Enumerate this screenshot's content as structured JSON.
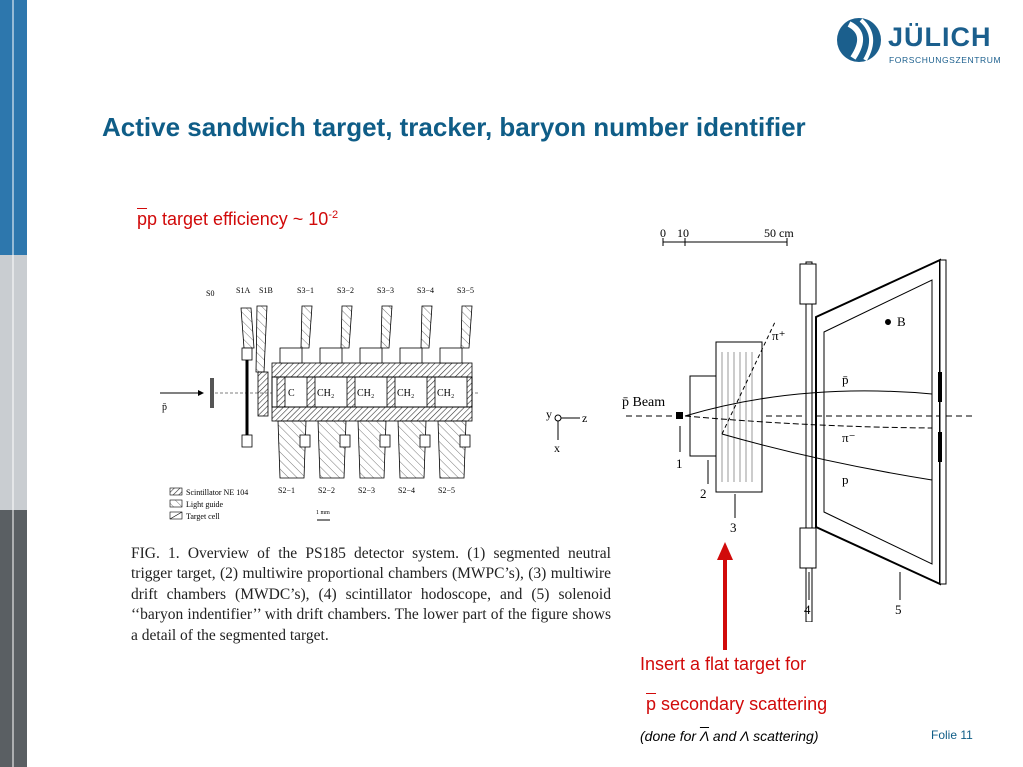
{
  "logo": {
    "name": "JÜLICH",
    "sub": "FORSCHUNGSZENTRUM"
  },
  "title": "Active sandwich target, tracker, baryon number identifier",
  "efficiency": {
    "prefix": "p",
    "text": "p target efficiency ~ 10",
    "exp": "-2"
  },
  "left_figure": {
    "top_labels": [
      "S0",
      "S1A",
      "S1B",
      "S3−1",
      "S3−2",
      "S3−3",
      "S3−4",
      "S3−5"
    ],
    "bottom_labels": [
      "S2−1",
      "S2−2",
      "S2−3",
      "S2−4",
      "S2−5"
    ],
    "cells": [
      "C",
      "CH₂",
      "CH₂",
      "CH₂",
      "CH₂"
    ],
    "beam": "p̄",
    "legend": [
      "Scintillator NE 104",
      "Light guide",
      "Target cell"
    ],
    "scale": "1 mm"
  },
  "caption": "FIG. 1. Overview of the PS185 detector system. (1) segmented neutral trigger target, (2) multiwire proportional chambers (MWPC’s), (3) multiwire drift chambers (MWDC’s), (4) scintilla­tor hodoscope, and (5) solenoid ‘‘baryon indentifier’’ with drift chambers. The lower part of the figure shows a detail of the seg­mented target.",
  "right_figure": {
    "scale": {
      "zero": "0",
      "ten": "10",
      "fifty": "50 cm"
    },
    "axes": {
      "y": "y",
      "z": "z",
      "x": "x"
    },
    "beam": "p̄ Beam",
    "particles": {
      "pi_plus": "π⁺",
      "pbar": "p̄",
      "pi_minus": "π⁻",
      "p": "p",
      "field": "B"
    },
    "numbers": [
      "1",
      "2",
      "3",
      "4",
      "5"
    ]
  },
  "insert": {
    "line1": "Insert a flat target for",
    "line2_p": "p",
    "line2_rest": " secondary scattering",
    "line3_a": "(done  for ",
    "line3_lbar": "Λ",
    "line3_b": " and Λ scattering)"
  },
  "footer": "Folie 11"
}
